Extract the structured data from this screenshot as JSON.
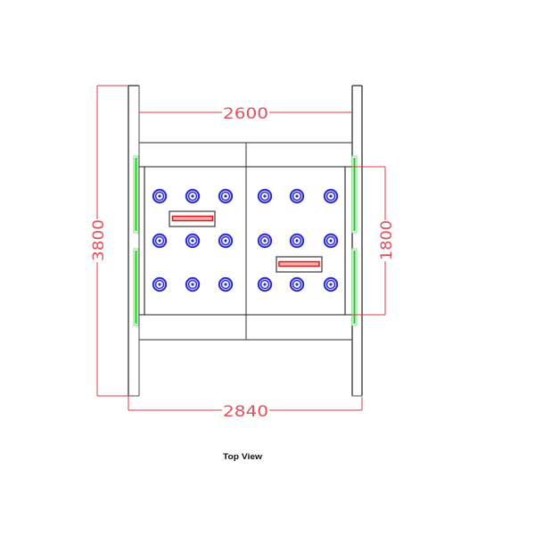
{
  "drawing": {
    "caption": "Top View",
    "dimensions": {
      "overall_inner_width": "2600",
      "overall_length": "3800",
      "overall_outer_width": "2840",
      "panel_length": "1800"
    },
    "units": "mm",
    "bolt_grid": {
      "panels": 2,
      "rows": 3,
      "cols_per_panel": 3,
      "total": 18
    },
    "slots": 2,
    "colors": {
      "dimension": "#dd3b46",
      "bolt": "#2b2bd6",
      "guide_rail": "#16c916",
      "slot": "#e01818",
      "structure": "#1e1e1e"
    }
  }
}
